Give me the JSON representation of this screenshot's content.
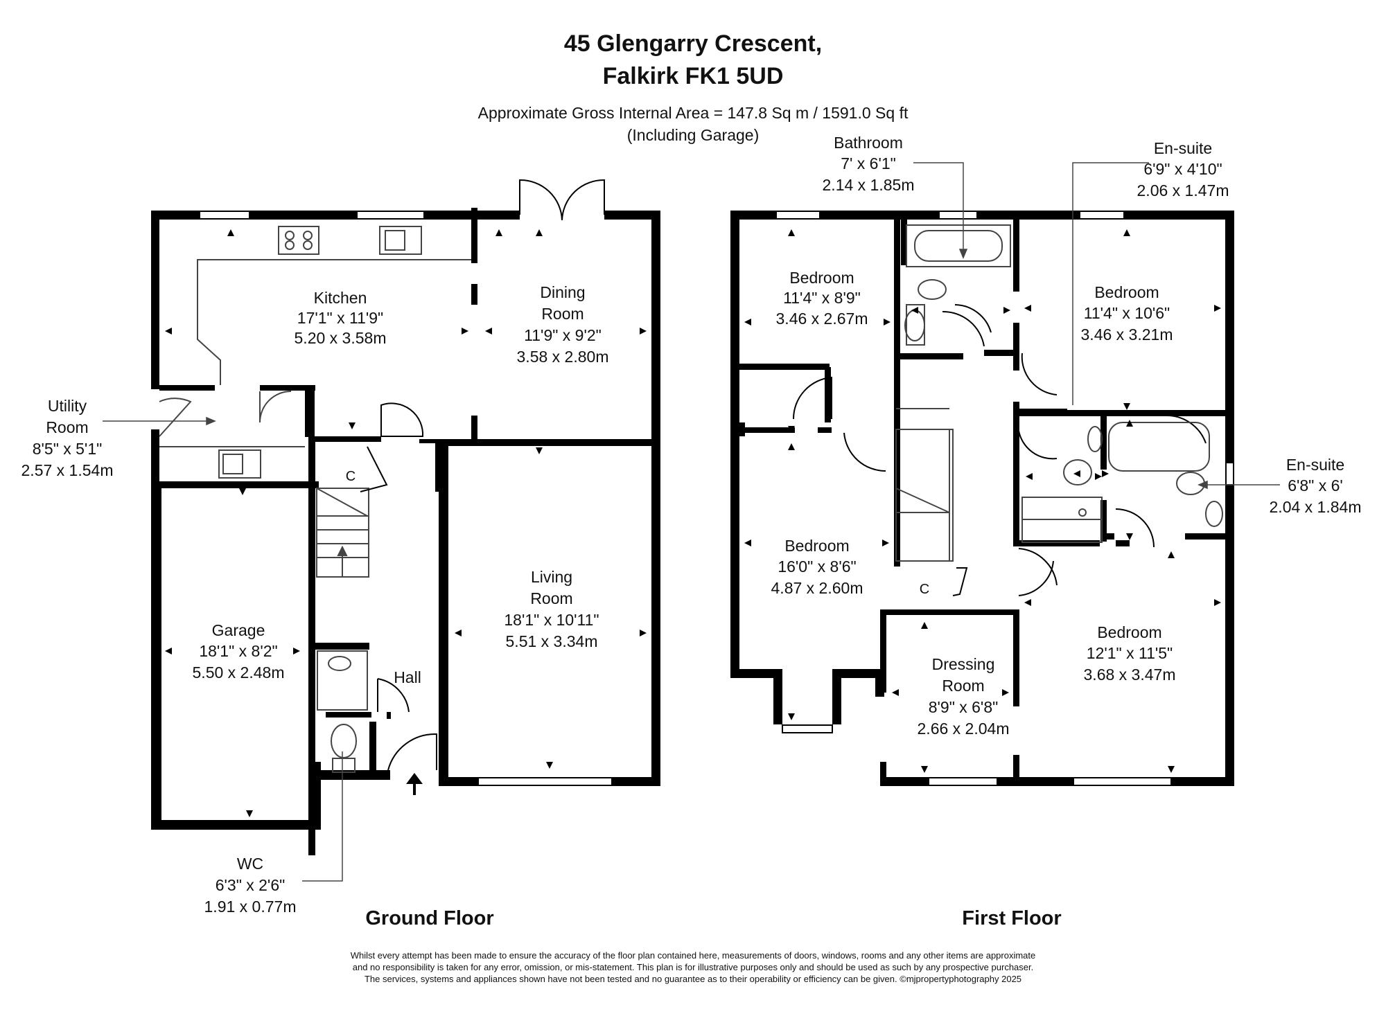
{
  "header": {
    "title_line1": "45 Glengarry Crescent,",
    "title_line2": "Falkirk FK1 5UD",
    "area": "Approximate Gross Internal Area = 147.8 Sq m / 1591.0 Sq ft",
    "area_note": "(Including Garage)"
  },
  "floors": {
    "ground": "Ground Floor",
    "first": "First Floor"
  },
  "rooms": {
    "kitchen": {
      "name": "Kitchen",
      "imperial": "17'1\" x 11'9\"",
      "metric": "5.20 x 3.58m"
    },
    "dining": {
      "name1": "Dining",
      "name2": "Room",
      "imperial": "11'9\" x 9'2\"",
      "metric": "3.58 x 2.80m"
    },
    "utility": {
      "name1": "Utility",
      "name2": "Room",
      "imperial": "8'5\" x 5'1\"",
      "metric": "2.57 x 1.54m"
    },
    "living": {
      "name1": "Living",
      "name2": "Room",
      "imperial": "18'1\" x 10'11\"",
      "metric": "5.51 x 3.34m"
    },
    "garage": {
      "name": "Garage",
      "imperial": "18'1\" x 8'2\"",
      "metric": "5.50 x 2.48m"
    },
    "hall": {
      "name": "Hall"
    },
    "cupboard_ground": {
      "name": "C"
    },
    "wc": {
      "name": "WC",
      "imperial": "6'3\" x 2'6\"",
      "metric": "1.91 x 0.77m"
    },
    "bathroom": {
      "name": "Bathroom",
      "imperial": "7' x 6'1\"",
      "metric": "2.14 x 1.85m"
    },
    "ensuite1": {
      "name": "En-suite",
      "imperial": "6'9\" x 4'10\"",
      "metric": "2.06 x 1.47m"
    },
    "ensuite2": {
      "name": "En-suite",
      "imperial": "6'8\" x 6'",
      "metric": "2.04 x 1.84m"
    },
    "bedroom1": {
      "name": "Bedroom",
      "imperial": "11'4\" x 8'9\"",
      "metric": "3.46 x 2.67m"
    },
    "bedroom2": {
      "name": "Bedroom",
      "imperial": "11'4\" x 10'6\"",
      "metric": "3.46 x 3.21m"
    },
    "bedroom3": {
      "name": "Bedroom",
      "imperial": "16'0\" x 8'6\"",
      "metric": "4.87 x 2.60m"
    },
    "bedroom4": {
      "name": "Bedroom",
      "imperial": "12'1\" x 11'5\"",
      "metric": "3.68 x 3.47m"
    },
    "dressing": {
      "name1": "Dressing",
      "name2": "Room",
      "imperial": "8'9\" x 6'8\"",
      "metric": "2.66 x 2.04m"
    },
    "cupboard_first": {
      "name": "C"
    }
  },
  "disclaimer": {
    "line1": "Whilst every attempt has been made to ensure the accuracy of the floor plan contained here, measurements of doors, windows, rooms and any other items are approximate",
    "line2": "and no responsibility is taken for any error, omission, or mis-statement. This plan is for illustrative purposes only and should be used as such by any prospective purchaser.",
    "line3": "The services, systems and appliances shown have not been tested and no guarantee as to their operability or efficiency can be given. ©mjpropertyphotography 2025"
  },
  "colors": {
    "wall": "#000000",
    "fixture": "#444444",
    "background": "#ffffff"
  }
}
